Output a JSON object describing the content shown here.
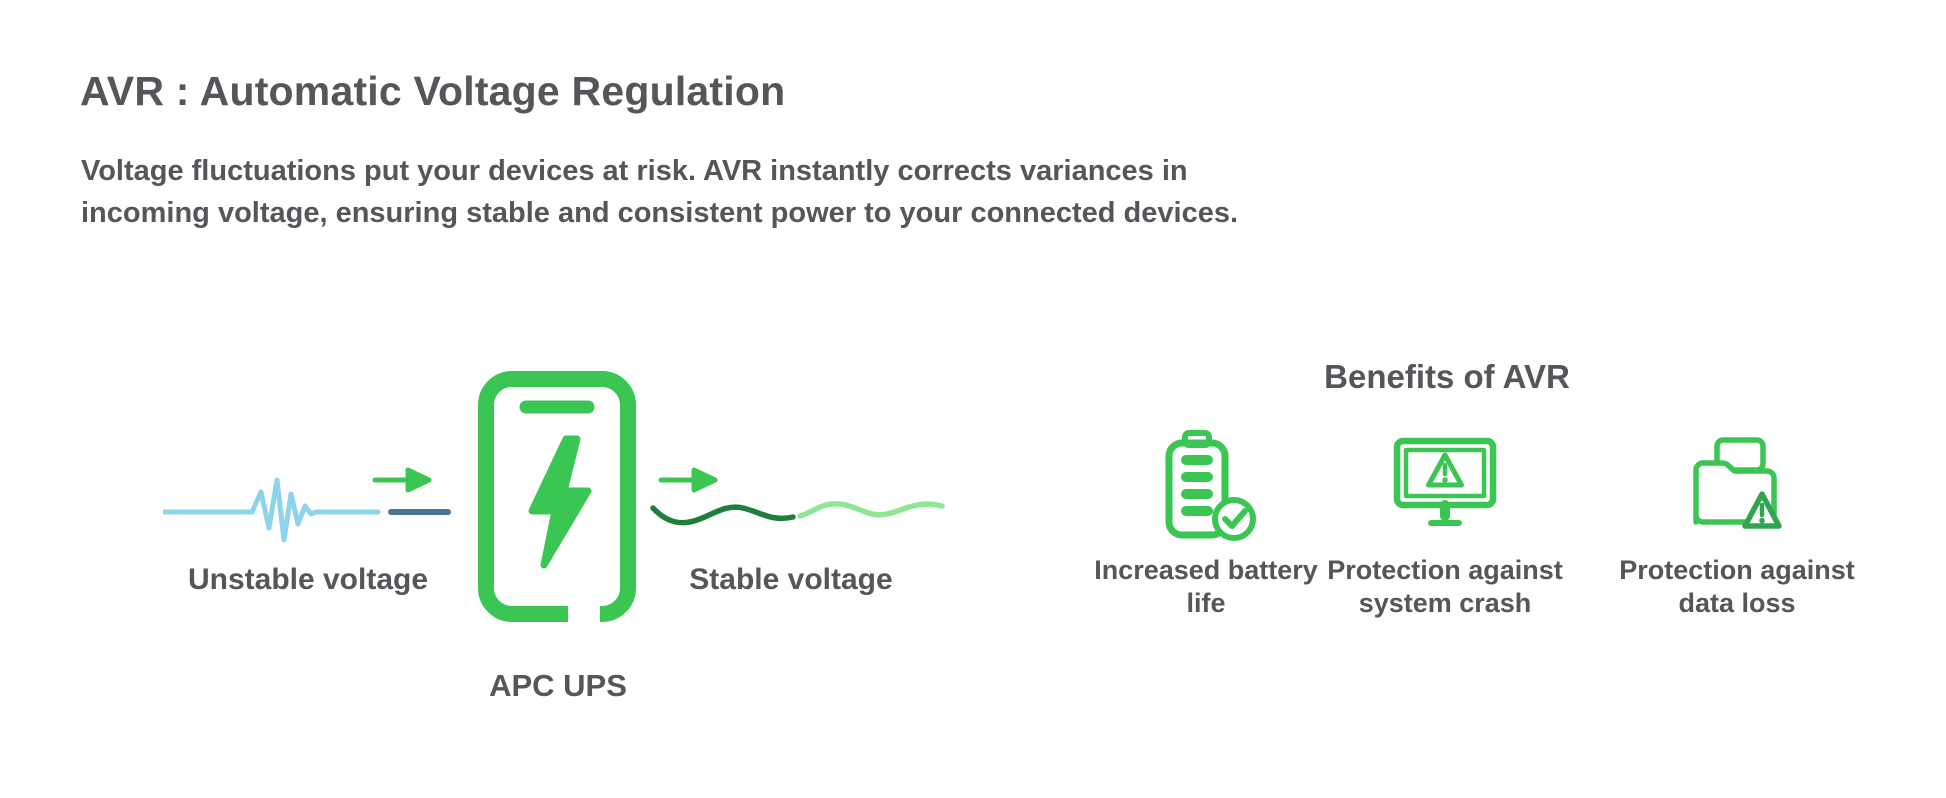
{
  "header": {
    "title": "AVR : Automatic Voltage Regulation",
    "description_lines": [
      "Voltage fluctuations put your devices at risk. AVR instantly corrects variances in",
      "incoming voltage, ensuring stable and consistent power to your connected devices."
    ]
  },
  "diagram": {
    "unstable_label": "Unstable voltage",
    "stable_label": "Stable voltage",
    "ups_label": "APC UPS"
  },
  "benefits": {
    "heading": "Benefits of AVR",
    "items": [
      {
        "icon": "battery-check-icon",
        "label": "Increased battery life"
      },
      {
        "icon": "monitor-warning-icon",
        "label": "Protection against system crash"
      },
      {
        "icon": "folder-warning-icon",
        "label": "Protection against data loss"
      }
    ]
  },
  "colors": {
    "green": "#3BC553",
    "green_mid": "#2FA64D",
    "green_dark": "#1E7E3E",
    "green_light": "#8FE796",
    "blue_light": "#8ED3EC",
    "blue_dark": "#4A7696",
    "text": "#54565A"
  }
}
